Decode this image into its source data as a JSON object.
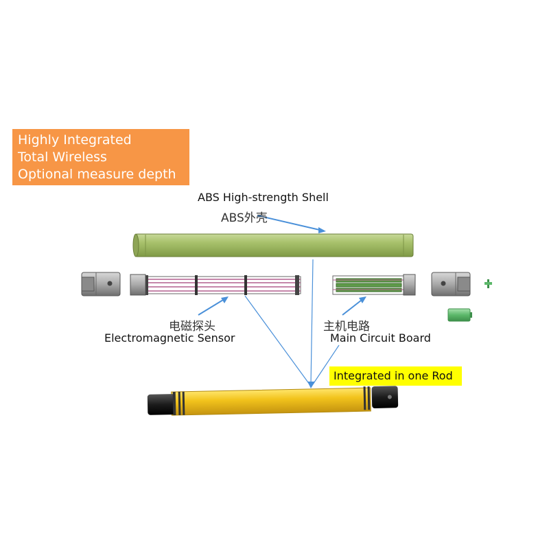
{
  "features": [
    "Highly Integrated",
    "Total Wireless",
    "Optional measure depth"
  ],
  "labels": {
    "shell_en": "ABS High-strength Shell",
    "shell_cn": "ABS外壳",
    "sensor_cn": "电磁探头",
    "sensor_en": "Electromagnetic Sensor",
    "board_cn": "主机电路",
    "board_en": "Main Circuit Board",
    "rod": "Integrated in one Rod"
  },
  "colors": {
    "feature_box": "#f79646",
    "shell": "#9bb760",
    "arrow": "#4a90d9",
    "rod": "#f0c21c",
    "rod_label_bg": "#ffff00",
    "battery": "#5cb86a"
  }
}
